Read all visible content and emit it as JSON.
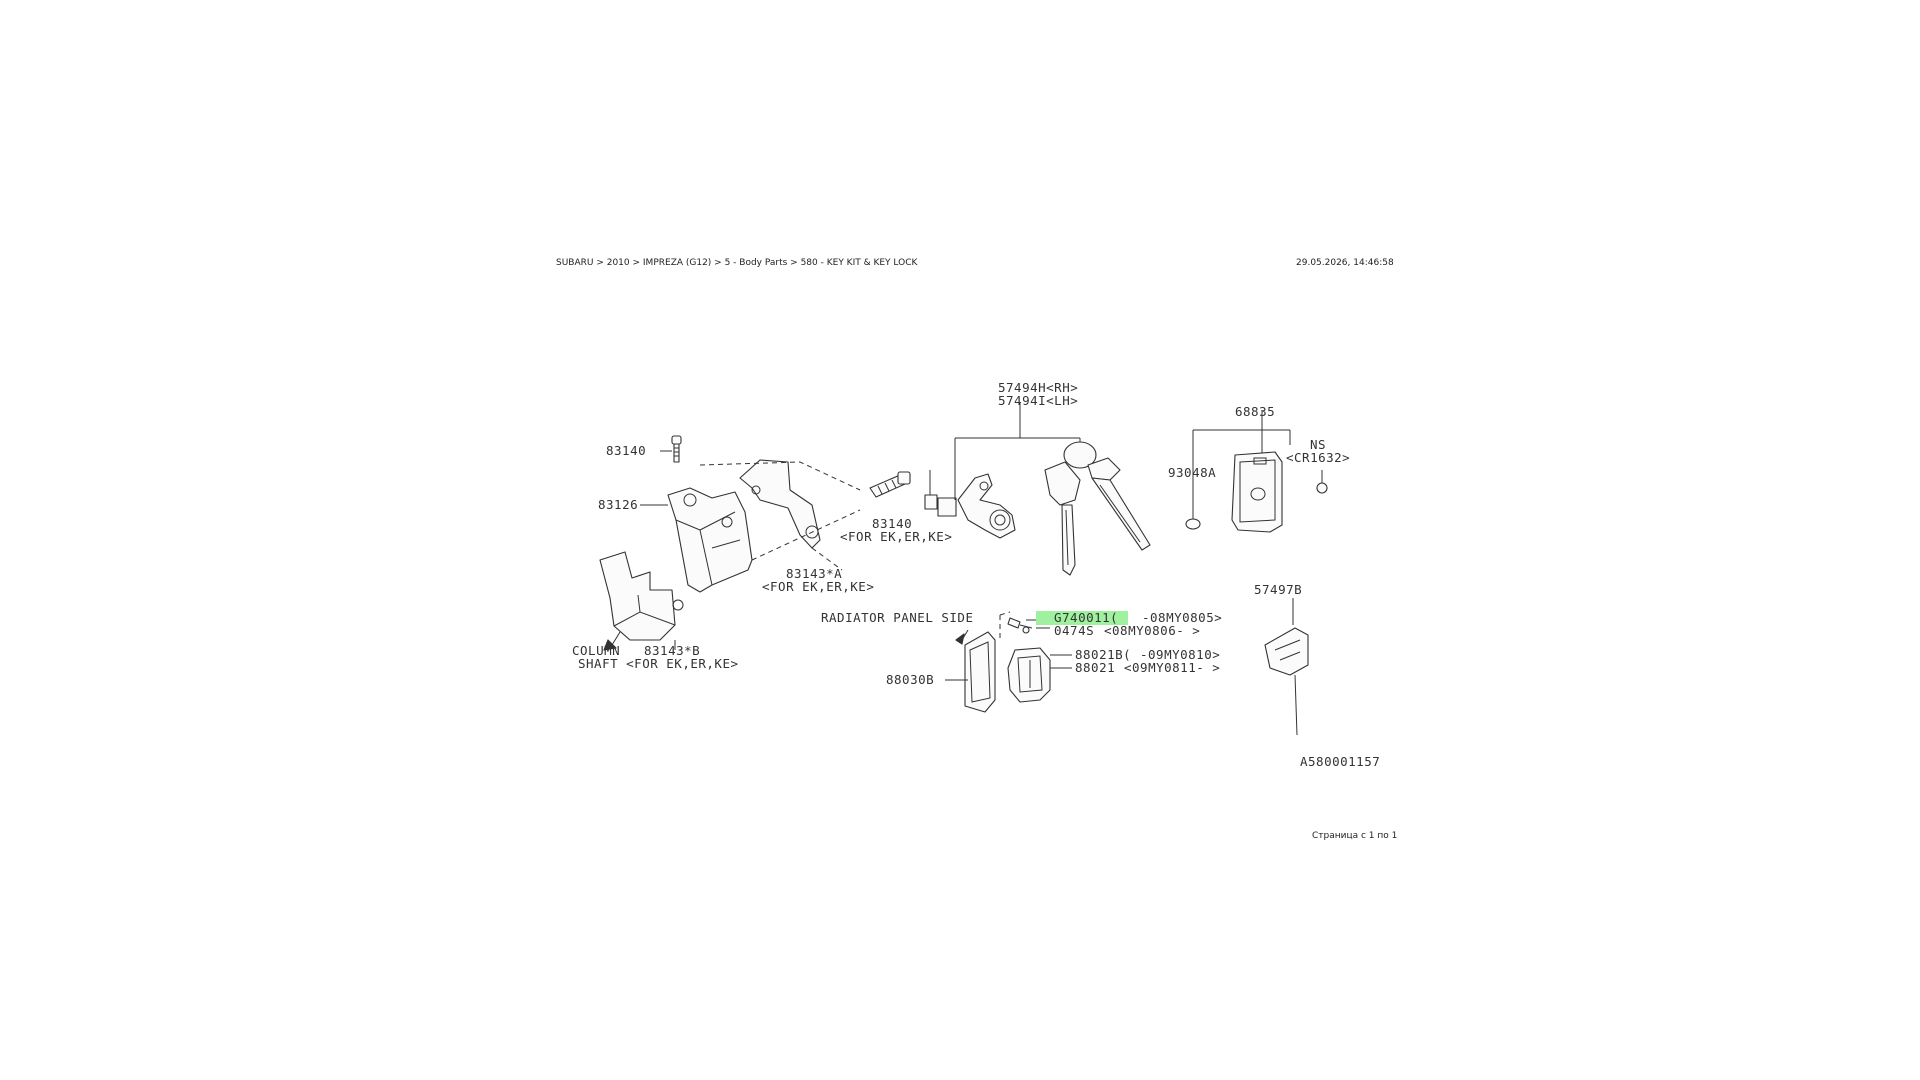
{
  "header": {
    "breadcrumb": "SUBARU > 2010 > IMPREZA (G12) > 5 - Body Parts > 580 - KEY KIT & KEY LOCK",
    "timestamp": "29.05.2026, 14:46:58"
  },
  "footer": {
    "page_info": "Страница с 1 по 1"
  },
  "highlight_color": "#9ff09f",
  "labels": {
    "l57494h": "57494H<RH>",
    "l57494i": "57494I<LH>",
    "l68835": "68835",
    "l83140_top": "83140",
    "l83126": "83126",
    "l93048a": "93048A",
    "lns": "NS",
    "lcr1632": "<CR1632>",
    "l83140_mid": "83140",
    "l83140_mid_note": "<FOR EK,ER,KE>",
    "l83143a": "83143*A",
    "l83143a_note": "<FOR EK,ER,KE>",
    "l57497b": "57497B",
    "lradiator": "RADIATOR PANEL SIDE",
    "lg740011": "G740011(",
    "lg740011_note": "-08MY0805>",
    "l0474s": "0474S",
    "l0474s_note": "<08MY0806-  >",
    "l88021b": "88021B(",
    "l88021b_note": "-09MY0810>",
    "l88021": "88021",
    "l88021_note": "<09MY0811-  >",
    "l88030b": "88030B",
    "lcolumn": "COLUMN",
    "l83143b": "83143*B",
    "lshaft": "SHAFT <FOR EK,ER,KE>",
    "lref": "A580001157"
  }
}
